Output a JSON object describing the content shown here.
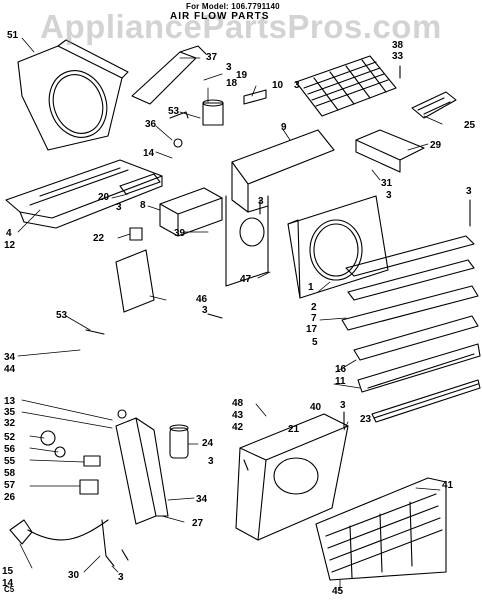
{
  "header": {
    "model_line": "For Model: 106.7791140",
    "title": "AIR FLOW PARTS"
  },
  "watermark": "AppliancePartsPros.com",
  "footer_code": "C5",
  "colors": {
    "ink": "#000000",
    "watermark": "#9a9a9a",
    "background": "#ffffff"
  },
  "labels": [
    {
      "id": "51",
      "text": "51"
    },
    {
      "id": "37",
      "text": "37"
    },
    {
      "id": "38",
      "text": "38"
    },
    {
      "id": "33",
      "text": "33"
    },
    {
      "id": "3a",
      "text": "3"
    },
    {
      "id": "19",
      "text": "19"
    },
    {
      "id": "18",
      "text": "18"
    },
    {
      "id": "10",
      "text": "10"
    },
    {
      "id": "3b",
      "text": "3"
    },
    {
      "id": "53a",
      "text": "53"
    },
    {
      "id": "36",
      "text": "36"
    },
    {
      "id": "9",
      "text": "9"
    },
    {
      "id": "25",
      "text": "25"
    },
    {
      "id": "29",
      "text": "29"
    },
    {
      "id": "14a",
      "text": "14"
    },
    {
      "id": "31",
      "text": "31"
    },
    {
      "id": "3c",
      "text": "3"
    },
    {
      "id": "20",
      "text": "20"
    },
    {
      "id": "3d",
      "text": "3"
    },
    {
      "id": "8",
      "text": "8"
    },
    {
      "id": "3e",
      "text": "3"
    },
    {
      "id": "3f",
      "text": "3"
    },
    {
      "id": "4",
      "text": "4"
    },
    {
      "id": "12",
      "text": "12"
    },
    {
      "id": "22",
      "text": "22"
    },
    {
      "id": "39",
      "text": "39"
    },
    {
      "id": "47",
      "text": "47"
    },
    {
      "id": "1",
      "text": "1"
    },
    {
      "id": "2",
      "text": "2"
    },
    {
      "id": "7",
      "text": "7"
    },
    {
      "id": "17",
      "text": "17"
    },
    {
      "id": "5",
      "text": "5"
    },
    {
      "id": "46",
      "text": "46"
    },
    {
      "id": "3g",
      "text": "3"
    },
    {
      "id": "53b",
      "text": "53"
    },
    {
      "id": "34a",
      "text": "34"
    },
    {
      "id": "44",
      "text": "44"
    },
    {
      "id": "16",
      "text": "16"
    },
    {
      "id": "11",
      "text": "11"
    },
    {
      "id": "13",
      "text": "13"
    },
    {
      "id": "35",
      "text": "35"
    },
    {
      "id": "32",
      "text": "32"
    },
    {
      "id": "48",
      "text": "48"
    },
    {
      "id": "43",
      "text": "43"
    },
    {
      "id": "42",
      "text": "42"
    },
    {
      "id": "40",
      "text": "40"
    },
    {
      "id": "3h",
      "text": "3"
    },
    {
      "id": "21",
      "text": "21"
    },
    {
      "id": "23",
      "text": "23"
    },
    {
      "id": "52",
      "text": "52"
    },
    {
      "id": "56",
      "text": "56"
    },
    {
      "id": "55",
      "text": "55"
    },
    {
      "id": "58",
      "text": "58"
    },
    {
      "id": "57",
      "text": "57"
    },
    {
      "id": "26",
      "text": "26"
    },
    {
      "id": "24",
      "text": "24"
    },
    {
      "id": "3i",
      "text": "3"
    },
    {
      "id": "34b",
      "text": "34"
    },
    {
      "id": "27",
      "text": "27"
    },
    {
      "id": "41",
      "text": "41"
    },
    {
      "id": "15",
      "text": "15"
    },
    {
      "id": "14b",
      "text": "14"
    },
    {
      "id": "30",
      "text": "30"
    },
    {
      "id": "3j",
      "text": "3"
    },
    {
      "id": "45",
      "text": "45"
    }
  ]
}
